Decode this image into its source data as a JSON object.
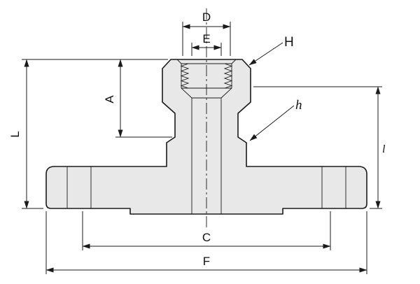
{
  "colors": {
    "outline": "#1a1a1a",
    "part_fill": "#e8e8e8",
    "background": "#ffffff"
  },
  "labels": {
    "D": "D",
    "E": "E",
    "H": "H",
    "h": "h",
    "A": "A",
    "L": "L",
    "C": "C",
    "F": "F",
    "l": "l"
  }
}
